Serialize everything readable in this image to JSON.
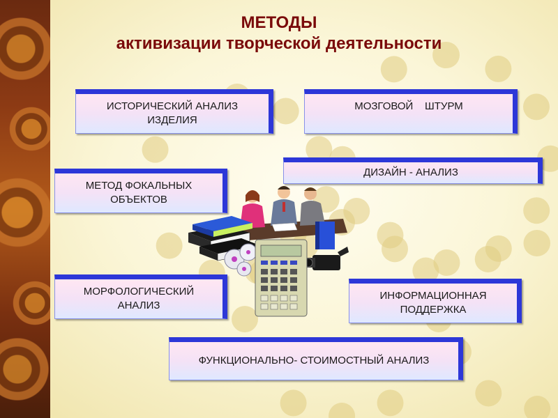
{
  "title": {
    "line1": "МЕТОДЫ",
    "line2": "активизации творческой деятельности"
  },
  "methods": [
    {
      "label": "ИСТОРИЧЕСКИЙ АНАЛИЗ ИЗДЕЛИЯ"
    },
    {
      "label": "МОЗГОВОЙ    ШТУРМ"
    },
    {
      "label": "ДИЗАЙН - АНАЛИЗ"
    },
    {
      "label": "МЕТОД ФОКАЛЬНЫХ ОБЪЕКТОВ"
    },
    {
      "label": "МОРФОЛОГИЧЕСКИЙ АНАЛИЗ"
    },
    {
      "label": "ИНФОРМАЦИОННАЯ ПОДДЕРЖКА"
    },
    {
      "label": "ФУНКЦИОНАЛЬНО- СТОИМОСТНЫЙ АНАЛИЗ"
    }
  ],
  "colors": {
    "title": "#7a0a0a",
    "box_border": "#2d37d8"
  },
  "icons": [
    "meeting-people-icon",
    "books-icon",
    "calculator-icon",
    "binder-icon",
    "video-camera-icon",
    "film-reels-icon"
  ]
}
